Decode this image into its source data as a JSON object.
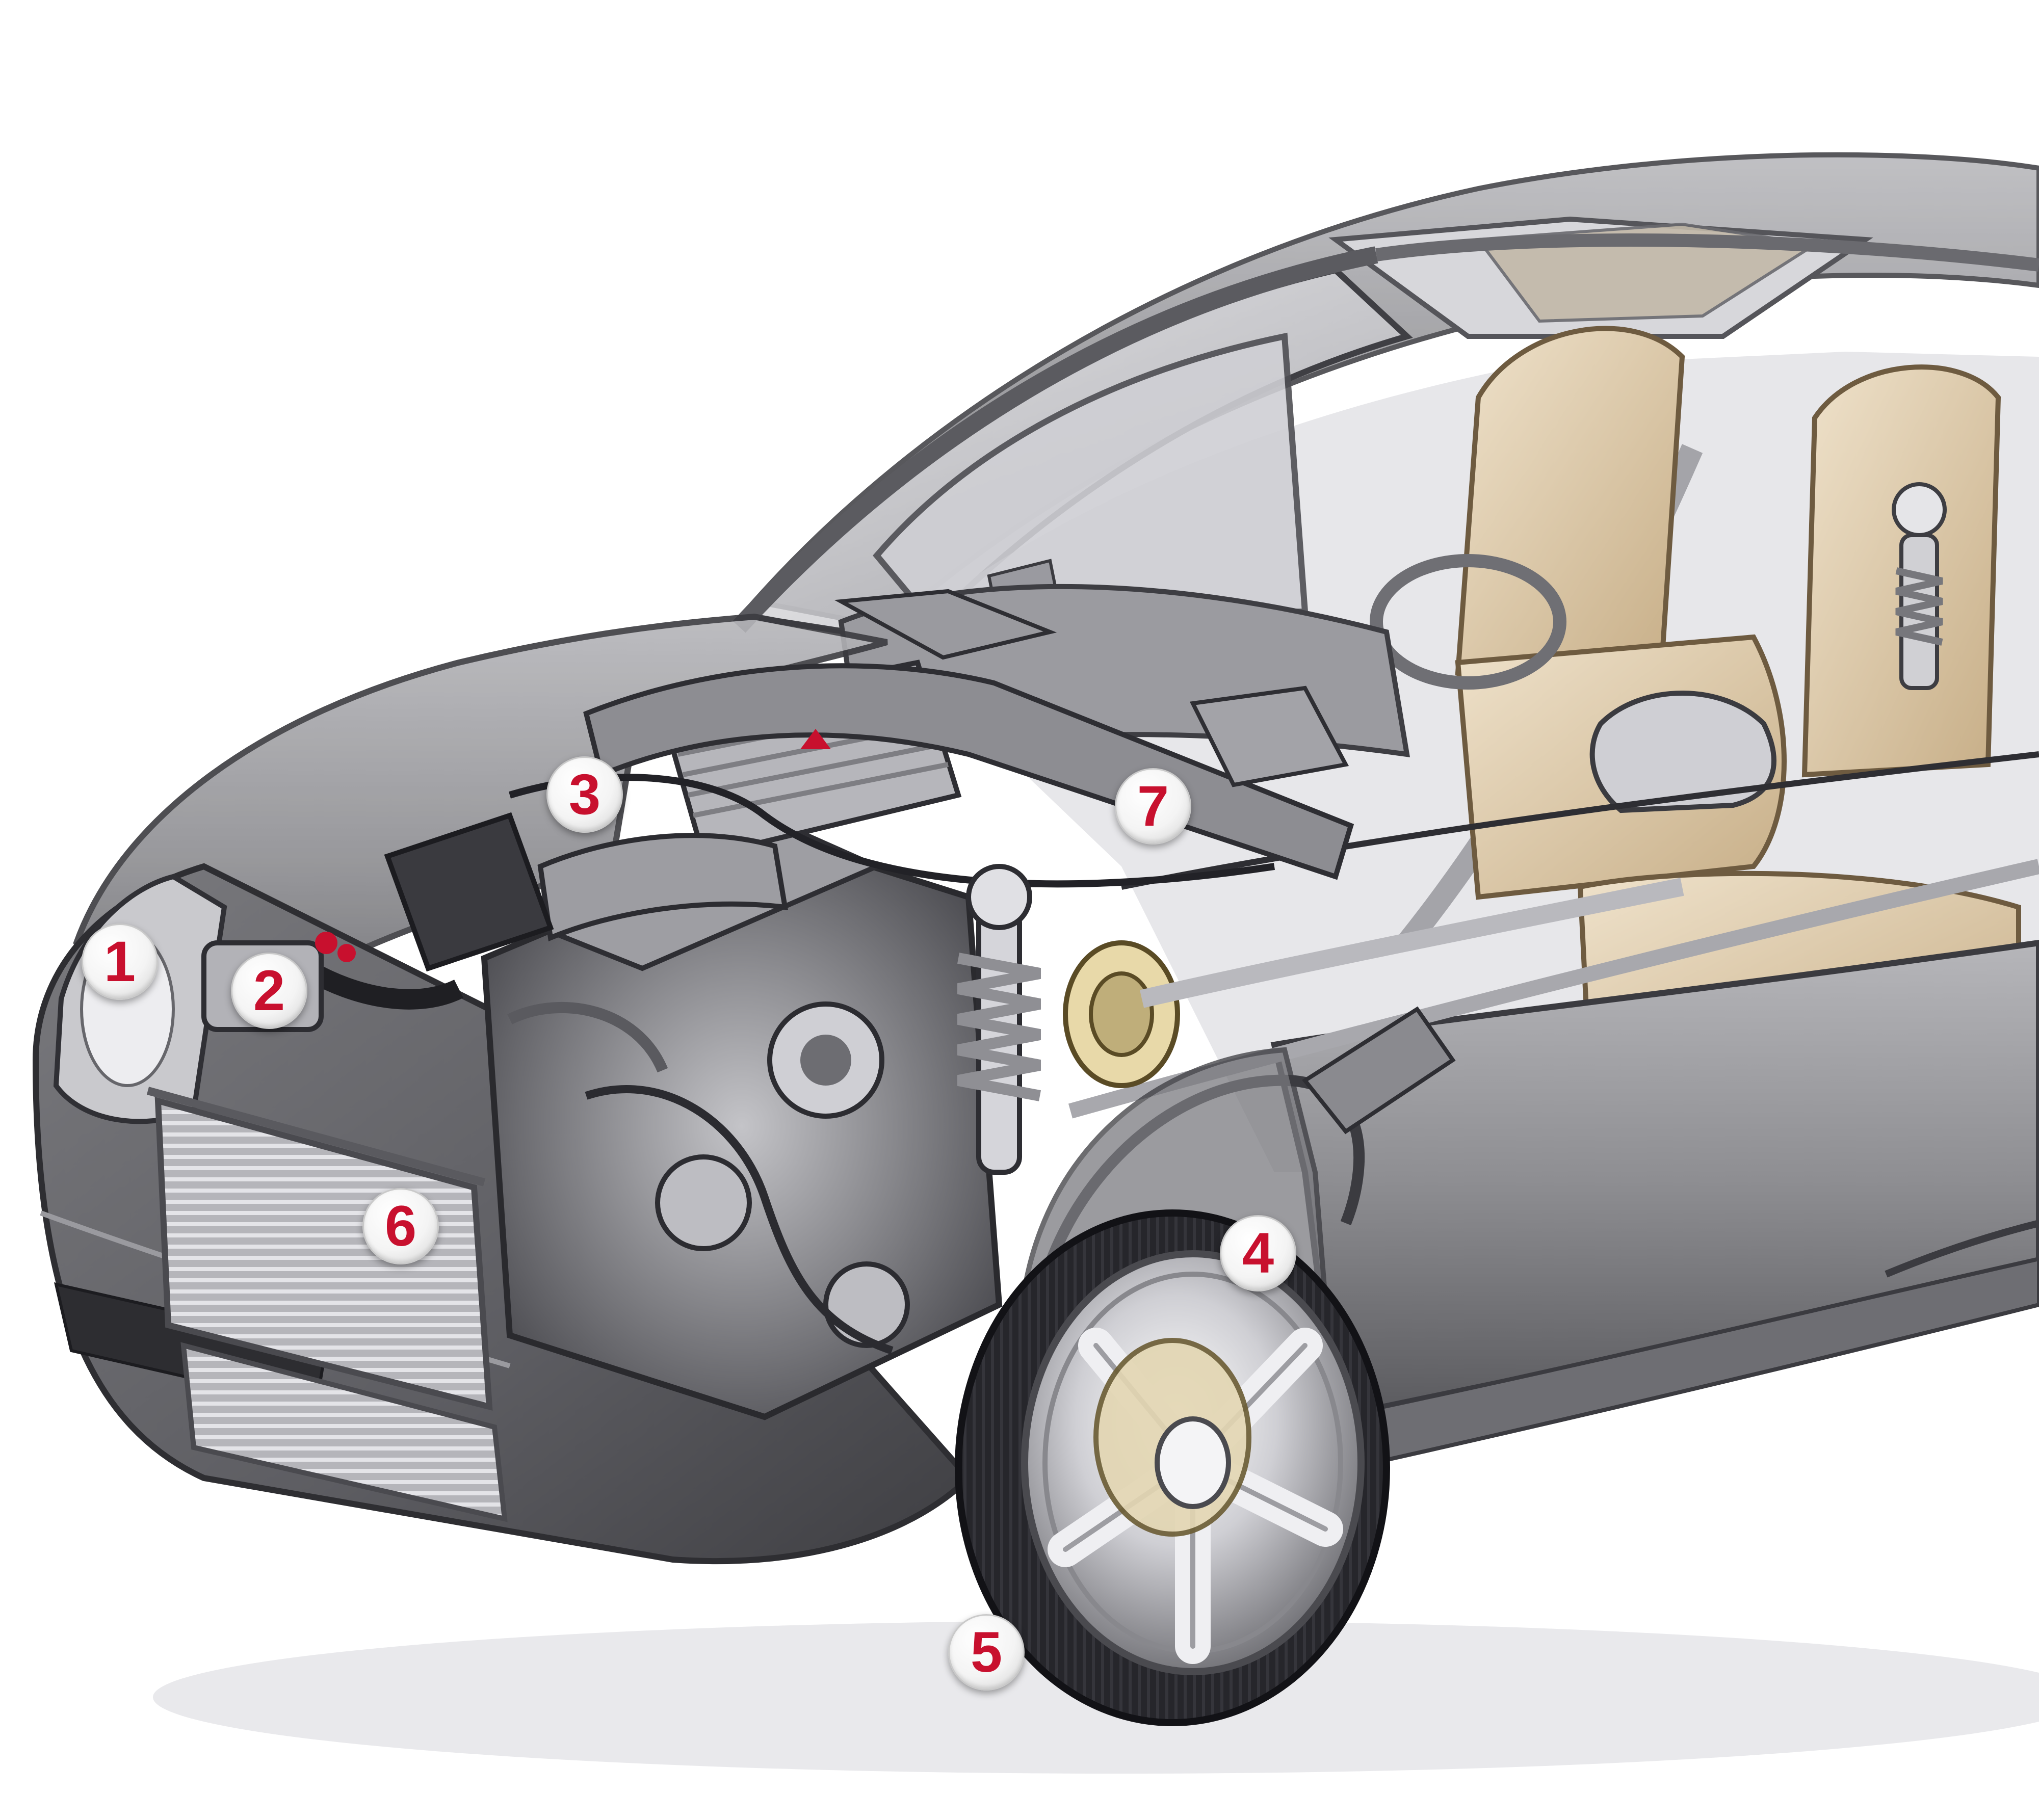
{
  "colors": {
    "callout_number": "#c8102e",
    "callout_fill": "#f4f4f4",
    "body_paint": "#8e8e92",
    "body_dark": "#4a4a4e",
    "interior_beige": "#d9c6a8",
    "chrome": "#d8d8dc",
    "tire": "#1f1f24",
    "background": "#ffffff"
  },
  "callouts": [
    {
      "id": "1",
      "label": "1"
    },
    {
      "id": "2",
      "label": "2"
    },
    {
      "id": "3",
      "label": "3"
    },
    {
      "id": "4",
      "label": "4"
    },
    {
      "id": "5",
      "label": "5"
    },
    {
      "id": "6",
      "label": "6"
    },
    {
      "id": "7",
      "label": "7"
    }
  ]
}
